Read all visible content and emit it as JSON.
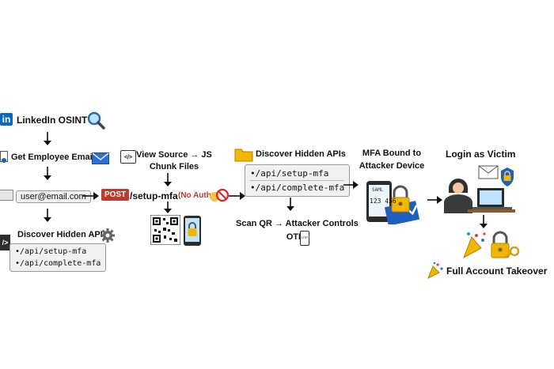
{
  "left_column": {
    "linkedin_icon": "in",
    "linkedin_label": "LinkedIn OSINT",
    "get_email_label": "Get Employee Email",
    "email_field_value": "user@email.com",
    "discover_label": "Discover Hidden APIs",
    "endpoints": [
      "•/api/setup-mfa",
      "•/api/complete-mfa"
    ]
  },
  "middle_column": {
    "view_source_label_line1": "View Source → JS",
    "view_source_label_line2": "Chunk Files",
    "post_badge": "POST",
    "post_endpoint": "/setup-mfa",
    "no_auth_label": "(No Auth"
  },
  "third_column": {
    "discover_label": "Discover Hidden APIs",
    "endpoints": [
      "•/api/setup-mfa",
      "•/api/complete-mfa"
    ],
    "scan_label_line1": "Scan QR → Attacker Controls",
    "scan_label_line2": "OTP",
    "phone_screen_text": "OTP"
  },
  "fourth_column": {
    "mfa_label_line1": "MFA Bound to",
    "mfa_label_line2": "Attacker Device",
    "phone_label": "SAML",
    "phone_code": "123 456"
  },
  "fifth_column": {
    "login_label": "Login as Victim",
    "takeover_label": "Full Account Takeover"
  },
  "colors": {
    "linkedin_blue": "#0a66c2",
    "post_red": "#c0392b",
    "lock_gold": "#f2b705",
    "check_blue": "#1f5fbf"
  }
}
